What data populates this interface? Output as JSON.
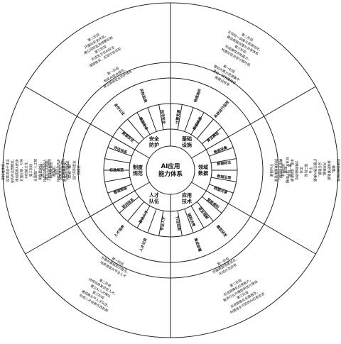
{
  "center": {
    "lines": [
      "AI应用",
      "能力体系"
    ]
  },
  "sectors": [
    {
      "label": [
        "基础",
        "设施"
      ],
      "sub": [
        "计算资源",
        "数据资源",
        "算法模型"
      ],
      "inner": [
        "物理场所",
        "系统运行监控"
      ],
      "middle": [
        "第一阶段",
        "推动AI算力资源集中",
        "建设，研究基础设",
        "施建设标准"
      ],
      "outer": [
        "第二阶段",
        "实现统一调度与资源池化，",
        "建设数据治理与共享体系",
        "第三阶段",
        "形成弹性供给能力，",
        "构建可信共享计算环境"
      ]
    },
    {
      "label": [
        "领域",
        "数据"
      ],
      "sub": [
        "数据采集",
        "数据标注",
        "数据治理",
        "数据共享"
      ],
      "inner": [],
      "middle": [
        "第一阶段",
        "构建",
        "典型评测数据，",
        "持续数据集管理",
        "平台搭建"
      ],
      "outer": [
        "第二阶段",
        "构建领域训练数",
        "据集，",
        "持续积累数据",
        "评测数据、",
        "运行数据，",
        "扩展完善AI数据",
        "平台",
        "第三阶段",
        "实现",
        "训练数据持续",
        "丰富，评测数据",
        "标准化，运行数据",
        "闭环优化"
      ]
    },
    {
      "label": [
        "应用",
        "技术"
      ],
      "sub": [
        "智能感知",
        "语言理解",
        "辅助决策",
        "行业应用"
      ],
      "inner": [
        "模型研发",
        "集成部署"
      ],
      "middle": [
        "第一阶段",
        "开展典型场景试点，",
        "形成示范应用"
      ],
      "outer": [
        "第二阶段",
        "形成规模化应用能力，",
        "推进行业大模型研发与落地",
        "第三阶段",
        "实现智能化全面普及，",
        "构建自主可控的AI应用生态"
      ]
    },
    {
      "label": [
        "人才",
        "队伍"
      ],
      "sub": [
        "专业人才",
        "复合人才",
        "培训体系"
      ],
      "inner": [
        "人才引进",
        "人才培养"
      ],
      "middle": [
        "第一阶段",
        "开展AI基础知识普及，",
        "培养首批AI专业人才"
      ],
      "outer": [
        "第二阶段",
        "持续培养复合型人才，",
        "建立AI人才梯队",
        "第三阶段",
        "建成高水平人才队伍，",
        "形成人才培养长效机制"
      ]
    },
    {
      "label": [
        "制度",
        "规范"
      ],
      "sub": [
        "管理制度",
        "标准规范",
        "评估体系"
      ],
      "inner": [],
      "middle": [
        "第一阶段",
        "建立人工智能",
        "制度和规范",
        "体系，",
        "探索适合人工",
        "智能技术研发、",
        "应用、推广",
        "运行的制度业",
        "务模式"
      ],
      "outer": [
        "第二阶段",
        "通过多种形式多",
        "方面探索AI制度",
        "和标准体系，",
        "探索适合于本企",
        "业的AI运营模式，",
        "推动国家AI的多",
        "方面创新，引导",
        "AI创新文化",
        "第三阶段",
        "全面推广人工智",
        "能创新文化，",
        "持续完善面向人",
        "工智能的规章制",
        "度体系，",
        "持续优化适合于",
        "人工智能技术特",
        "点的运营模式"
      ]
    },
    {
      "label": [
        "安全",
        "防护"
      ],
      "sub": [
        "数据安全",
        "模型安全",
        "应用安全"
      ],
      "inner": [
        "身份认证",
        "风险监测"
      ],
      "middle": [
        "第一阶段",
        "制定AI安全规范，",
        "建立基础安全防护体系"
      ],
      "outer": [
        "第二阶段",
        "开展AI安全评测，",
        "建立风险监测预警机制",
        "第三阶段",
        "形成全方位AI安全",
        "保障体系，实现可信可控"
      ]
    }
  ]
}
